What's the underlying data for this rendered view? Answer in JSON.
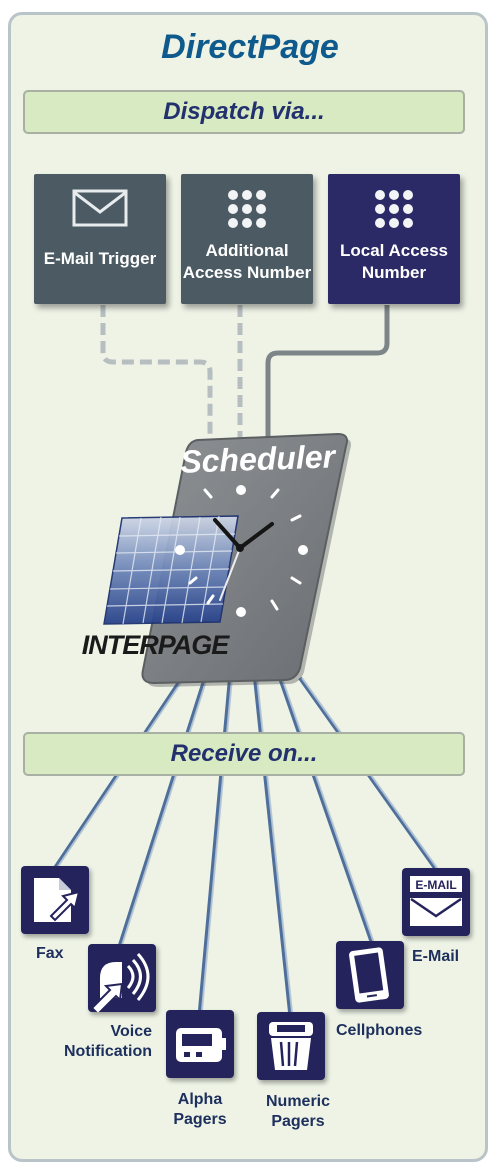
{
  "title": "DirectPage",
  "dispatch_label": "Dispatch via...",
  "receive_label": "Receive on...",
  "sources": [
    {
      "label_lines": [
        "E-Mail Trigger"
      ],
      "icon": "envelope-icon"
    },
    {
      "label_lines": [
        "Additional",
        "Access Number"
      ],
      "icon": "keypad-icon"
    },
    {
      "label_lines": [
        "Local Access",
        "Number"
      ],
      "icon": "keypad-icon"
    }
  ],
  "scheduler_label": "Scheduler",
  "interpage_logo": "INTERPAGE",
  "destinations": [
    {
      "label_lines": [
        "Fax"
      ],
      "icon": "fax-icon"
    },
    {
      "label_lines": [
        "Voice",
        "Notification"
      ],
      "icon": "voice-icon"
    },
    {
      "label_lines": [
        "Alpha",
        "Pagers"
      ],
      "icon": "alpha-pager-icon"
    },
    {
      "label_lines": [
        "Numeric",
        "Pagers"
      ],
      "icon": "numeric-pager-icon"
    },
    {
      "label_lines": [
        "Cellphones"
      ],
      "icon": "cellphone-icon"
    },
    {
      "label_lines": [
        "E-Mail"
      ],
      "icon": "email-icon"
    }
  ],
  "email_badge": "E-MAIL",
  "colors": {
    "title": "#0f5a8c",
    "source_gray": "#4c5b63",
    "source_navy": "#2b2a66",
    "dest_navy": "#25235b",
    "link_blue": "#4f6f9b",
    "band_fill": "#d7eac2"
  }
}
